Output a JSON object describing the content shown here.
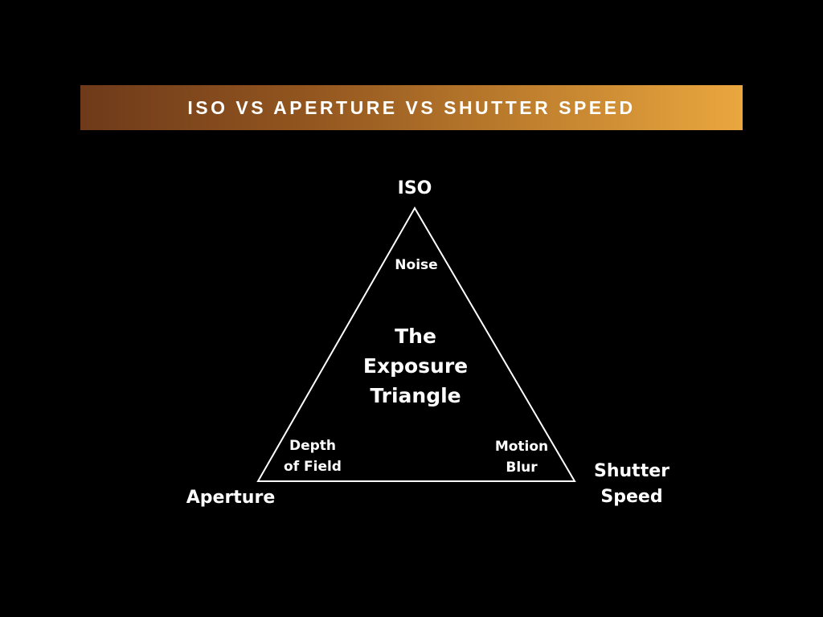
{
  "title": "ISO VS APERTURE VS SHUTTER SPEED",
  "diagram": {
    "center_label": [
      "The",
      "Exposure",
      "Triangle"
    ],
    "vertices": {
      "top": "ISO",
      "bottom_left": "Aperture",
      "bottom_right": [
        "Shutter",
        "Speed"
      ]
    },
    "inner_labels": {
      "top": "Noise",
      "bottom_left": [
        "Depth",
        "of Field"
      ],
      "bottom_right": [
        "Motion",
        "Blur"
      ]
    }
  }
}
